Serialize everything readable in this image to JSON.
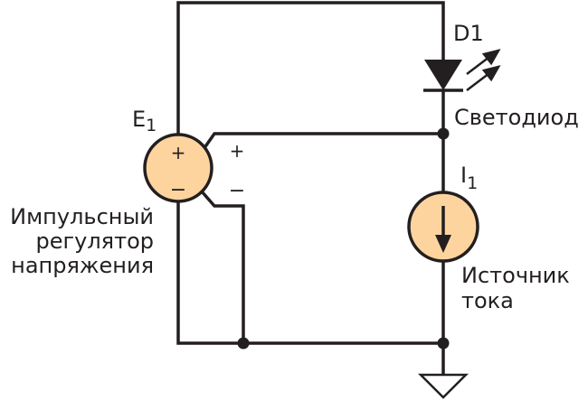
{
  "components": {
    "source": {
      "designator": "E",
      "designator_sub": "1",
      "plus_inner": "+",
      "minus_inner": "−",
      "plus_outer": "+",
      "minus_outer": "−",
      "description": [
        "Импульсный",
        "регулятор",
        "напряжения"
      ]
    },
    "led": {
      "designator": "D1",
      "description": "Светодиод"
    },
    "current_source": {
      "designator": "I",
      "designator_sub": "1",
      "description": [
        "Источник",
        "тока"
      ]
    }
  },
  "colors": {
    "wire": "#231f20",
    "source_fill": "#fdd49e",
    "source_stroke": "#231f20"
  }
}
